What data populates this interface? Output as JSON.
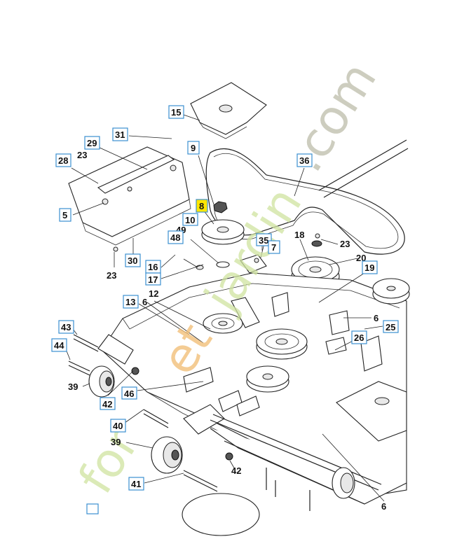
{
  "watermark": {
    "part1": "for",
    "part2": "et",
    "part3": "jardin",
    "part4": ".com",
    "colors": {
      "green": "#cfe3a0",
      "orange": "#f2c07a",
      "grey": "#b9b9a4"
    }
  },
  "highlight_color": "#ffe600",
  "box_color": "#3b8fd0",
  "callouts": {
    "c15": "15",
    "c31": "31",
    "c29": "29",
    "c23a": "23",
    "c28": "28",
    "c9": "9",
    "c36": "36",
    "c5": "5",
    "c8": "8",
    "c10": "10",
    "c49": "49",
    "c48": "48",
    "c30": "30",
    "c23b": "23",
    "c18": "18",
    "c23c": "23",
    "c35": "35",
    "c7": "7",
    "c20": "20",
    "c19": "19",
    "c16": "16",
    "c17": "17",
    "c12": "12",
    "c13": "13",
    "c6a": "6",
    "c6b": "6",
    "c25": "25",
    "c26": "26",
    "c43": "43",
    "c44": "44",
    "c39a": "39",
    "c42a": "42",
    "c46": "46",
    "c40": "40",
    "c39b": "39",
    "c42b": "42",
    "c41": "41",
    "c6c": "6"
  }
}
